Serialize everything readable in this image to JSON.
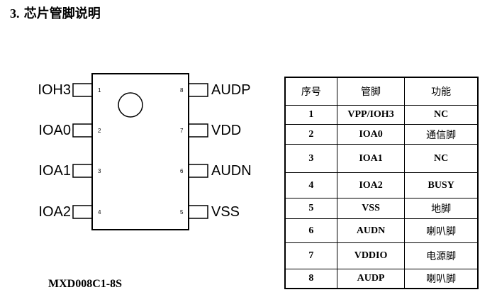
{
  "heading": {
    "number": "3.",
    "title": "芯片管脚说明"
  },
  "chip": {
    "part_number": "MXD008C1-8S",
    "pins_left": [
      {
        "name": "IOH3",
        "num": "1"
      },
      {
        "name": "IOA0",
        "num": "2"
      },
      {
        "name": "IOA1",
        "num": "3"
      },
      {
        "name": "IOA2",
        "num": "4"
      }
    ],
    "pins_right": [
      {
        "name": "AUDP",
        "num": "8"
      },
      {
        "name": "VDD",
        "num": "7"
      },
      {
        "name": "AUDN",
        "num": "6"
      },
      {
        "name": "VSS",
        "num": "5"
      }
    ]
  },
  "table": {
    "headers": [
      "序号",
      "管脚",
      "功能"
    ],
    "rows": [
      [
        "1",
        "VPP/IOH3",
        "NC"
      ],
      [
        "2",
        "IOA0",
        "通信脚"
      ],
      [
        "3",
        "IOA1",
        "NC"
      ],
      [
        "4",
        "IOA2",
        "BUSY"
      ],
      [
        "5",
        "VSS",
        "地脚"
      ],
      [
        "6",
        "AUDN",
        "喇叭脚"
      ],
      [
        "7",
        "VDDIO",
        "电源脚"
      ],
      [
        "8",
        "AUDP",
        "喇叭脚"
      ]
    ]
  }
}
